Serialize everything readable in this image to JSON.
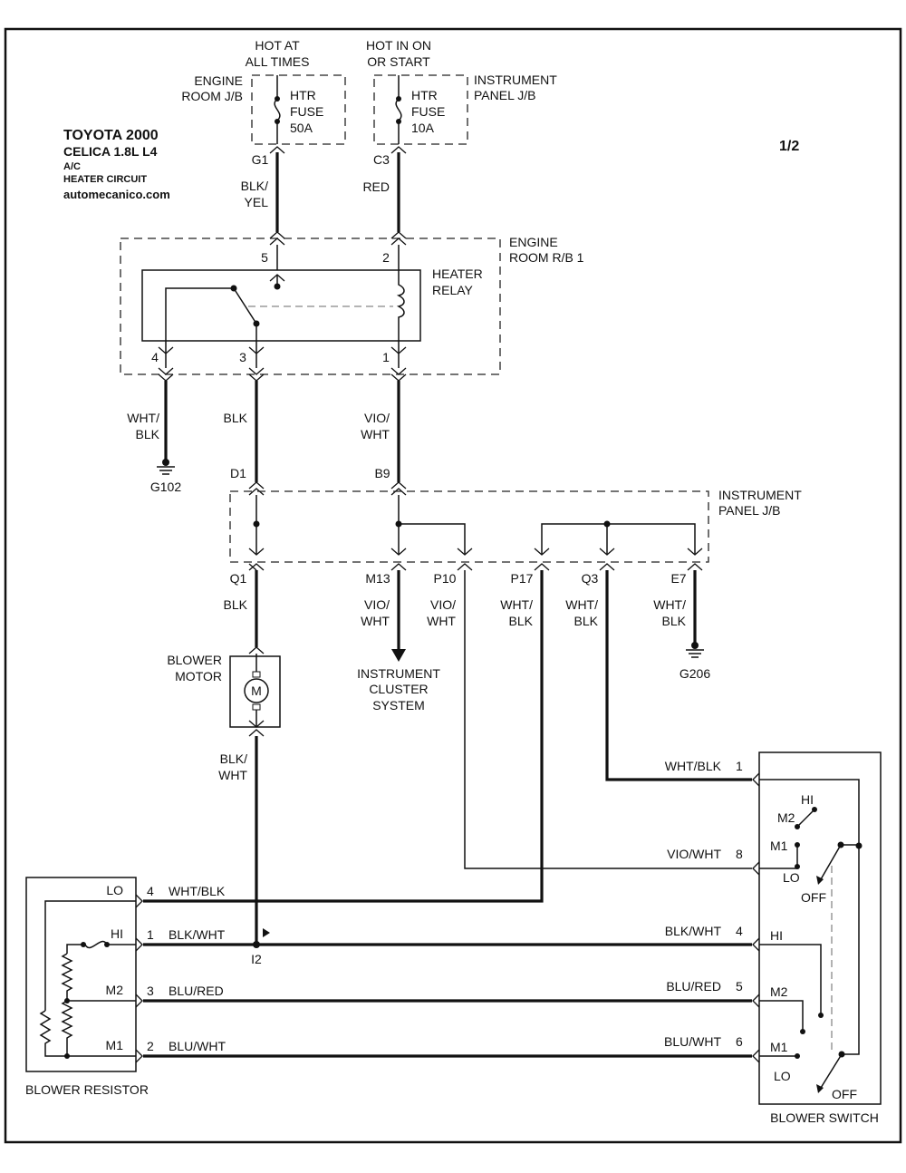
{
  "header": {
    "line1": "TOYOTA 2000",
    "line2": "CELICA   1.8L  L4",
    "line3": "A/C",
    "line4": "HEATER CIRCUIT",
    "site": "automecanico.com"
  },
  "page_number": "1/2",
  "power": {
    "hot_always": [
      "HOT AT",
      "ALL TIMES"
    ],
    "hot_on_start": [
      "HOT IN ON",
      "OR START"
    ]
  },
  "boxes": {
    "engine_room_jb": [
      "ENGINE",
      "ROOM J/B"
    ],
    "instrument_panel_jb_top": [
      "INSTRUMENT",
      "PANEL J/B"
    ],
    "engine_room_rb1": [
      "ENGINE",
      "ROOM R/B 1"
    ],
    "heater_relay": [
      "HEATER",
      "RELAY"
    ],
    "instrument_panel_jb_mid": [
      "INSTRUMENT",
      "PANEL J/B"
    ],
    "blower_motor": [
      "BLOWER",
      "MOTOR"
    ],
    "instrument_cluster": [
      "INSTRUMENT",
      "CLUSTER",
      "SYSTEM"
    ],
    "blower_resistor": "BLOWER RESISTOR",
    "blower_switch": "BLOWER SWITCH"
  },
  "fuses": {
    "htr50": [
      "HTR",
      "FUSE",
      "50A"
    ],
    "htr10": [
      "HTR",
      "FUSE",
      "10A"
    ]
  },
  "connectors": {
    "g1": "G1",
    "c3": "C3",
    "p5": "5",
    "p2": "2",
    "p4": "4",
    "p3": "3",
    "p1": "1",
    "d1": "D1",
    "b9": "B9",
    "q1": "Q1",
    "m13": "M13",
    "p10": "P10",
    "p17": "P17",
    "q3": "Q3",
    "e7": "E7",
    "i2": "I2",
    "sw1": "1",
    "sw8": "8",
    "sw4": "4",
    "sw5": "5",
    "sw6": "6",
    "r4": "4",
    "r1": "1",
    "r3": "3",
    "r2": "2"
  },
  "grounds": {
    "g102": "G102",
    "g206": "G206"
  },
  "wires": {
    "blk_yel": [
      "BLK/",
      "YEL"
    ],
    "red": "RED",
    "wht_blk_g102": [
      "WHT/",
      "BLK"
    ],
    "blk_d1": "BLK",
    "vio_wht_b9": [
      "VIO/",
      "WHT"
    ],
    "blk_q1": "BLK",
    "vio_wht_m13": [
      "VIO/",
      "WHT"
    ],
    "vio_wht_p10": [
      "VIO/",
      "WHT"
    ],
    "wht_blk_p17": [
      "WHT/",
      "BLK"
    ],
    "wht_blk_q3": [
      "WHT/",
      "BLK"
    ],
    "wht_blk_e7": [
      "WHT/",
      "BLK"
    ],
    "blk_wht_motor": [
      "BLK/",
      "WHT"
    ],
    "sw_wht_blk": "WHT/BLK",
    "sw_vio_wht": "VIO/WHT",
    "sw_blk_wht": "BLK/WHT",
    "sw_blu_red": "BLU/RED",
    "sw_blu_wht": "BLU/WHT",
    "res_wht_blk": "WHT/BLK",
    "res_blk_wht": "BLK/WHT",
    "res_blu_red": "BLU/RED",
    "res_blu_wht": "BLU/WHT"
  },
  "resistor_taps": {
    "lo": "LO",
    "hi": "HI",
    "m2": "M2",
    "m1": "M1"
  },
  "switch_upper": {
    "hi": "HI",
    "m2": "M2",
    "m1": "M1",
    "lo": "LO",
    "off": "OFF"
  },
  "switch_lower": {
    "hi": "HI",
    "m2": "M2",
    "m1": "M1",
    "lo": "LO",
    "off": "OFF"
  },
  "motor_symbol": "M"
}
